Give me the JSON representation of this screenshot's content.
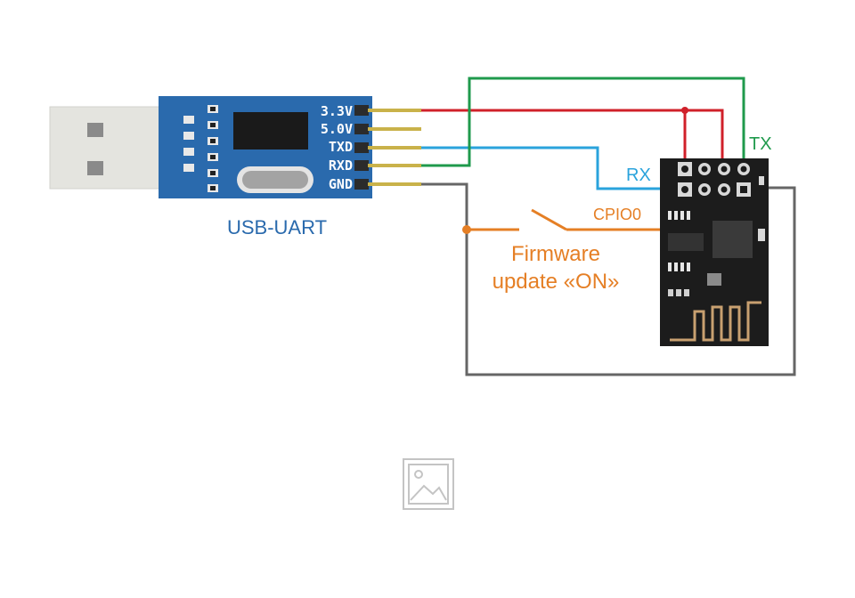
{
  "usb_uart": {
    "title": "USB-UART",
    "pins": [
      "3.3V",
      "5.0V",
      "TXD",
      "RXD",
      "GND"
    ]
  },
  "esp_module": {
    "rx_label": "RX",
    "tx_label": "TX",
    "gpio_label": "CPIO0"
  },
  "switch": {
    "caption_line1": "Firmware",
    "caption_line2": "update «ON»"
  },
  "colors": {
    "board": "#2a6aad",
    "wire_power": "#d0202a",
    "wire_tx": "#1f9a4c",
    "wire_rx": "#2aa3dc",
    "wire_gnd": "#666666",
    "wire_gpio": "#e57f25",
    "module": "#1c1c1c",
    "trace": "#c8a070",
    "pin_gold": "#c9b24a"
  },
  "icons": {
    "placeholder": "image-placeholder-icon"
  }
}
